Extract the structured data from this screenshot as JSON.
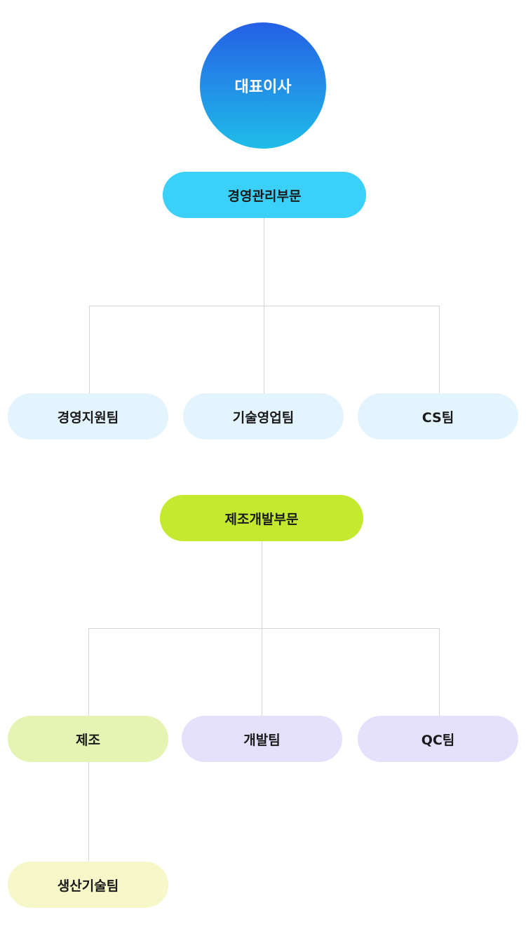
{
  "ceo": {
    "label": "대표이사"
  },
  "divisions": [
    {
      "label": "경영관리부문",
      "teams": [
        {
          "label": "경영지원팀"
        },
        {
          "label": "기술영업팀"
        },
        {
          "label": "CS팀"
        }
      ]
    },
    {
      "label": "제조개발부문",
      "teams": [
        {
          "label": "제조",
          "subteams": [
            {
              "label": "생산기술팀"
            }
          ]
        },
        {
          "label": "개발팀"
        },
        {
          "label": "QC팀"
        }
      ]
    }
  ],
  "colors": {
    "ceo_gradient_top": "#2560e6",
    "ceo_gradient_bottom": "#1fbde8",
    "division_1": "#3bd0f8",
    "division_2": "#c3ea2f",
    "team_blue": "#e3f4fe",
    "team_green": "#e5f4b3",
    "team_purple": "#e5e1fd",
    "team_yellow": "#f6f8ca",
    "connector": "#d5d5d5"
  }
}
